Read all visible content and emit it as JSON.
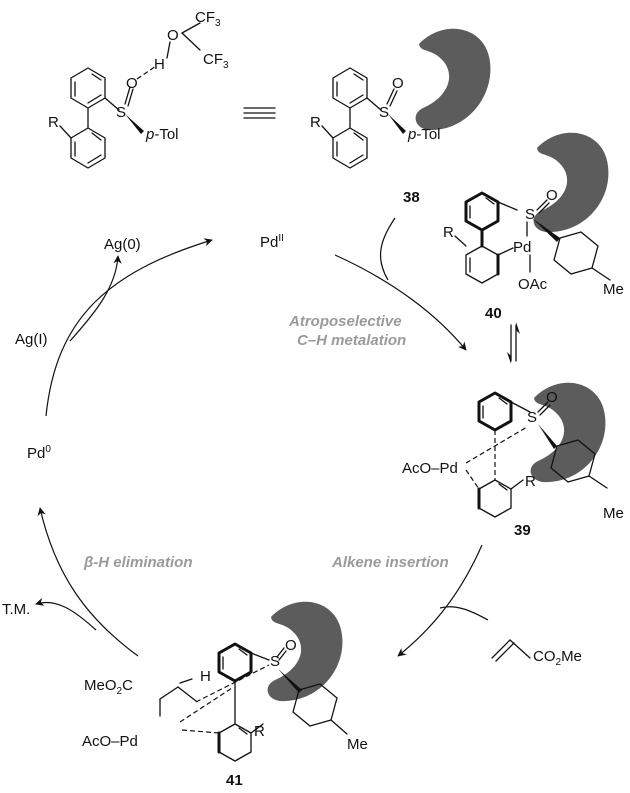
{
  "labels": {
    "cf3_top": "CF",
    "cf3_top_sub": "3",
    "cf3_bottom": "CF",
    "cf3_bottom_sub": "3",
    "o_alcohol": "O",
    "h_alcohol": "H",
    "o_sulfoxide": "O",
    "s_sulfoxide": "S",
    "ptol_a": "p",
    "ptol_a_rest": "-Tol",
    "r_a": "R",
    "o_38": "O",
    "s_38": "S",
    "ptol_38": "p",
    "ptol_38_rest": "-Tol",
    "r_38": "R",
    "s_40": "S",
    "o_40": "O",
    "pd_40": "Pd",
    "oac_40": "OAc",
    "r_40": "R",
    "me_40": "Me",
    "s_39": "S",
    "o_39": "O",
    "aco_pd_39": "AcO–Pd",
    "r_39": "R",
    "me_39": "Me",
    "meo2c": "MeO",
    "meo2c_sub": "2",
    "meo2c_rest": "C",
    "h_41": "H",
    "aco_pd_41": "AcO–Pd",
    "s_41": "S",
    "o_41": "O",
    "r_41": "R",
    "me_41": "Me",
    "co2me": "CO",
    "co2me_sub": "2",
    "co2me_rest": "Me",
    "pd_ii": "Pd",
    "pd_ii_sup": "II",
    "pd_0": "Pd",
    "pd_0_sup": "0",
    "ag_0": "Ag(0)",
    "ag_i": "Ag(I)",
    "tm": "T.M."
  },
  "compounds": {
    "c38": "38",
    "c39": "39",
    "c40": "40",
    "c41": "41"
  },
  "steps": {
    "metalation_line1": "Atroposelective",
    "metalation_line2": "C–H metalation",
    "insertion": "Alkene insertion",
    "elimination": "β-H elimination"
  },
  "colors": {
    "step_text": "#9a9a9a",
    "catalyst_shape": "#5c5c5c",
    "ink": "#111111"
  }
}
